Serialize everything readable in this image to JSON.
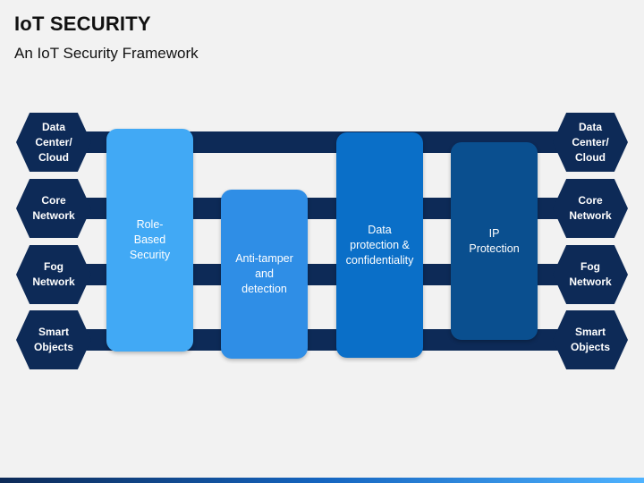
{
  "header": {
    "title": "IoT SECURITY",
    "subtitle": "An IoT Security Framework"
  },
  "layers_left": [
    {
      "label": "Data\nCenter/\nCloud"
    },
    {
      "label": "Core\nNetwork"
    },
    {
      "label": "Fog\nNetwork"
    },
    {
      "label": "Smart\nObjects"
    }
  ],
  "layers_right": [
    {
      "label": "Data\nCenter/\nCloud"
    },
    {
      "label": "Core\nNetwork"
    },
    {
      "label": "Fog\nNetwork"
    },
    {
      "label": "Smart\nObjects"
    }
  ],
  "pillars": [
    {
      "label": "Role-\nBased\nSecurity",
      "color": "#41a9f5"
    },
    {
      "label": "Anti-tamper\nand\ndetection",
      "color": "#2f8ee6"
    },
    {
      "label": "Data\nprotection &\nconfidentiality",
      "color": "#0a6fc8"
    },
    {
      "label": "IP\nProtection",
      "color": "#0a4f8f"
    }
  ],
  "colors": {
    "navy": "#0d2a57",
    "background": "#f2f2f2"
  }
}
